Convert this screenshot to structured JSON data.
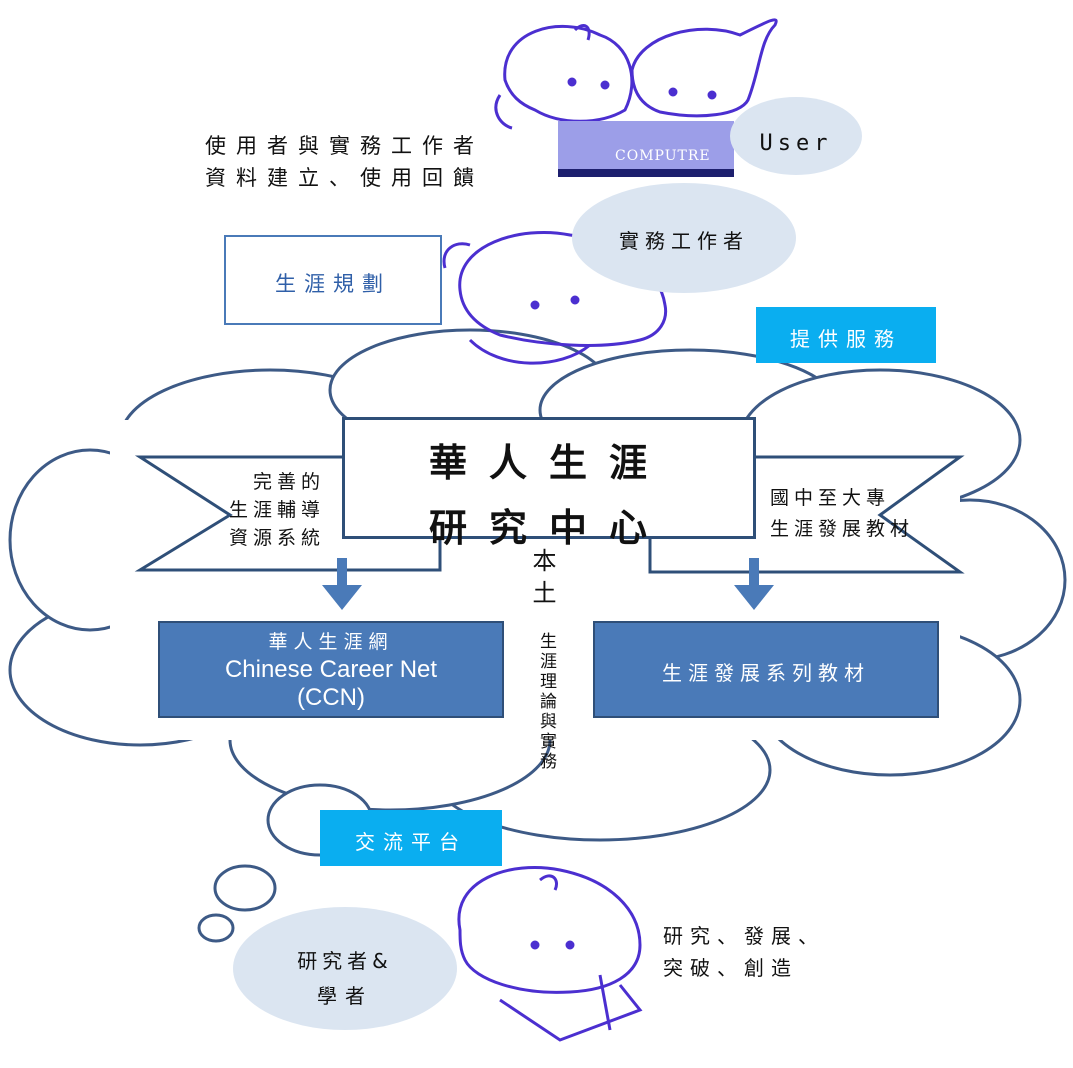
{
  "top_left_caption": {
    "line1": "使用者與實務工作者",
    "line2": "資料建立、使用回饋"
  },
  "computer_label": "COMPUTRE",
  "user_bubble": "User",
  "practitioner_bubble": "實務工作者",
  "career_planning_box": "生涯規劃",
  "provide_service_box": "提供服務",
  "center_title": {
    "line1": "華人生涯",
    "line2": "研究中心"
  },
  "left_banner": {
    "line1": "完善的",
    "line2": "生涯輔導",
    "line3": "資源系統"
  },
  "right_banner": {
    "line1": "國中至大專",
    "line2": "生涯發展教材"
  },
  "vertical_main": "本土",
  "vertical_sub": "生涯理論與實務",
  "ccn_box": {
    "line1": "華人生涯網",
    "line2": "Chinese Career Net",
    "line3": "(CCN)"
  },
  "materials_box": "生涯發展系列教材",
  "exchange_box": "交流平台",
  "researcher_bubble": {
    "line1": "研究者&",
    "line2": "學者"
  },
  "bottom_right_caption": {
    "line1": "研究、發展、",
    "line2": "突破、創造"
  },
  "colors": {
    "dark_box": "#4a7ab8",
    "cyan_box": "#0aaef0",
    "bubble": "#dbe5f1",
    "outline": "#3d5a86",
    "sketch": "#4b2fd0"
  }
}
